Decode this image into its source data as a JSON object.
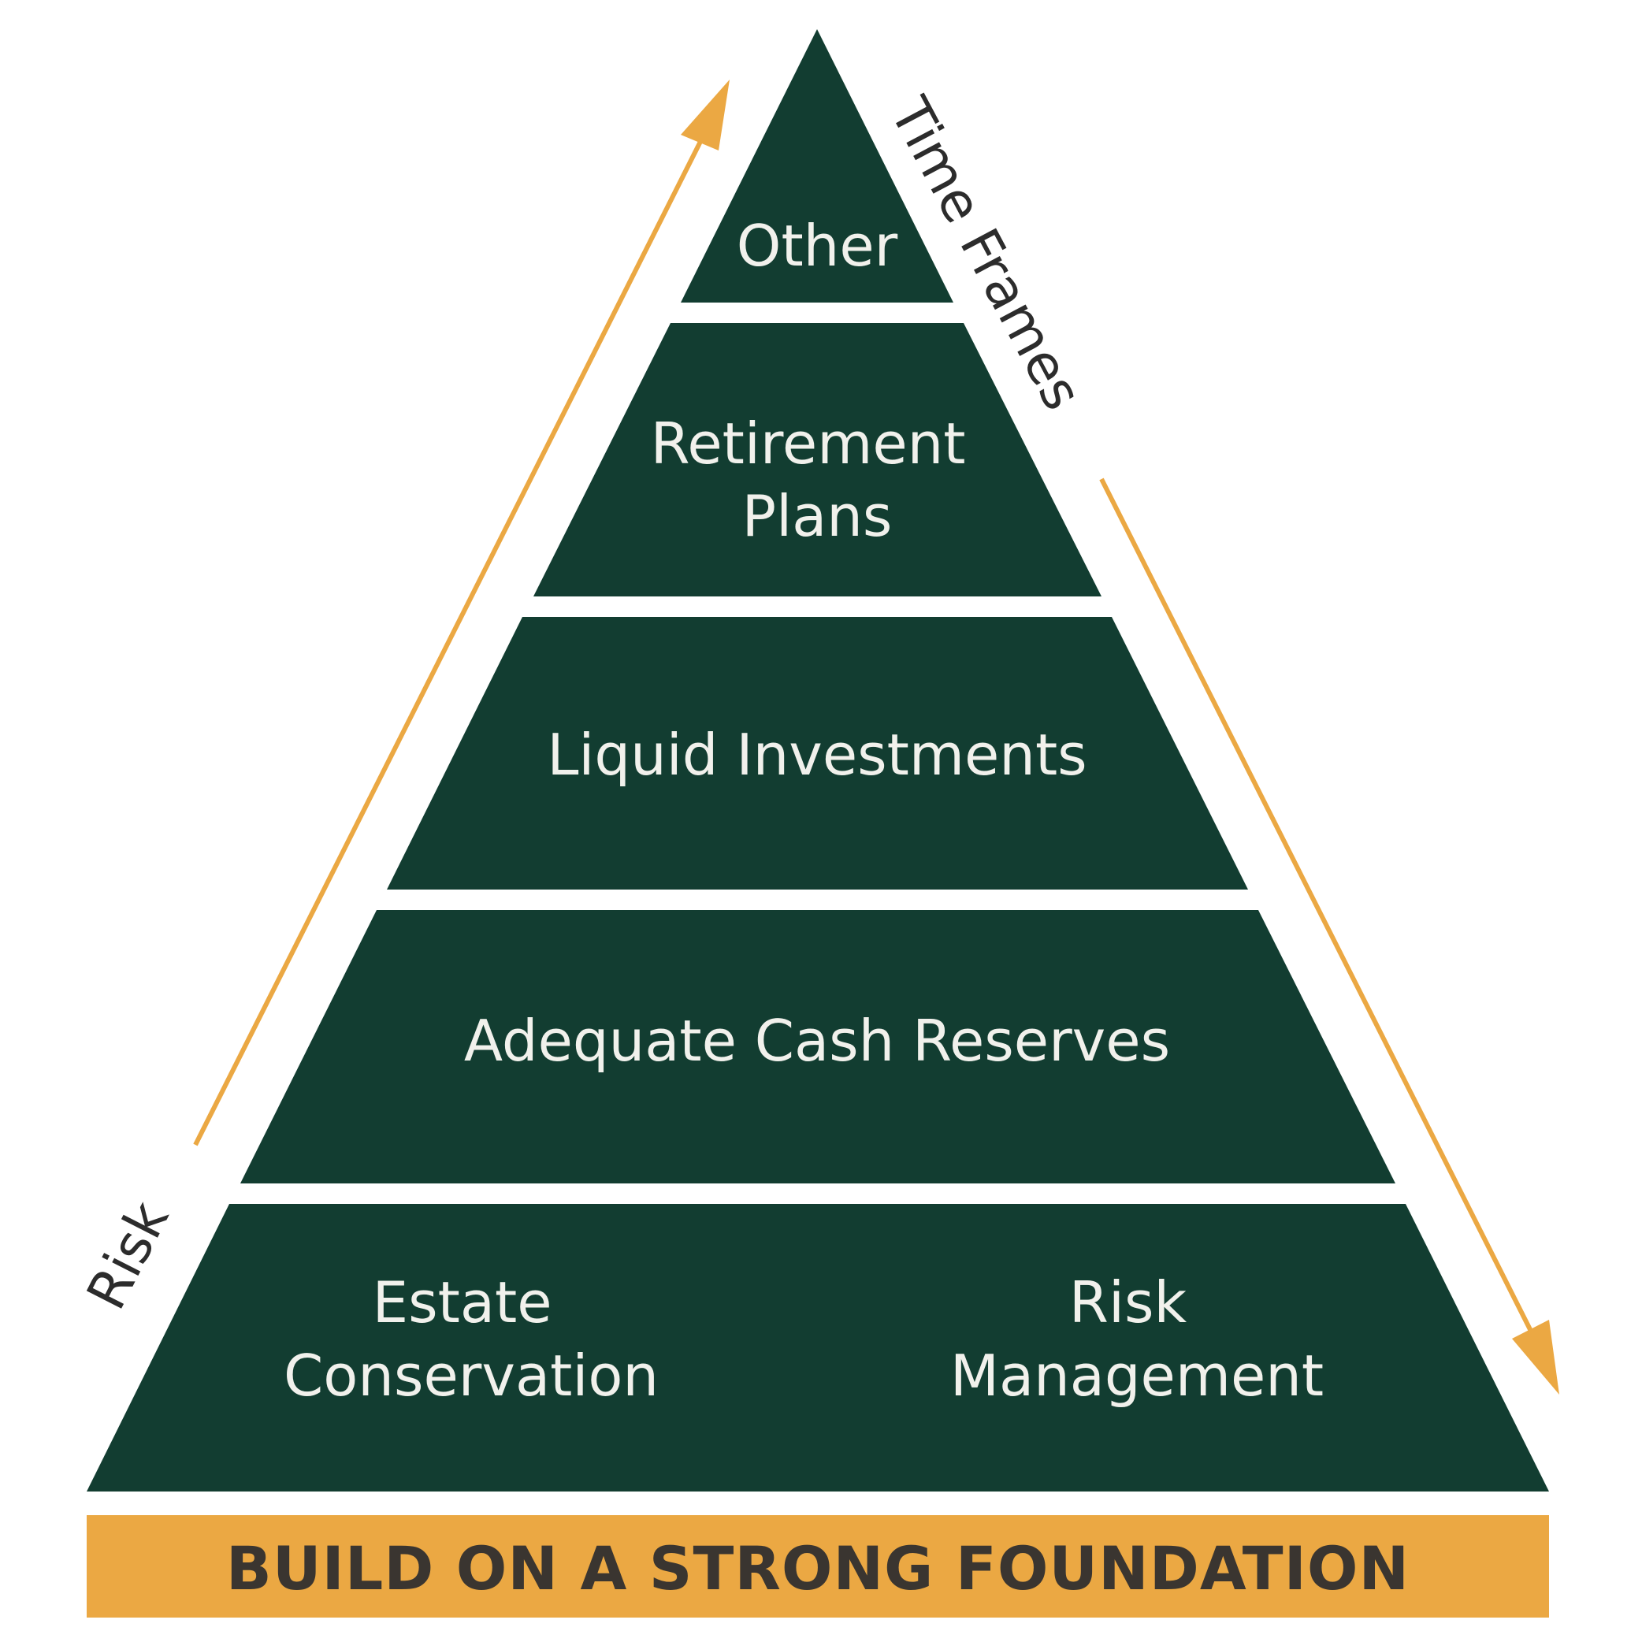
{
  "colors": {
    "tier_fill": "#123d31",
    "accent": "#eba843",
    "tier_text": "#f1f1ec",
    "side_text": "#2c2c2c",
    "banner_text": "#3a3530"
  },
  "tiers": {
    "other": [
      "Other"
    ],
    "retirement": [
      "Retirement",
      "Plans"
    ],
    "liquid": [
      "Liquid Investments"
    ],
    "cash": [
      "Adequate Cash Reserves"
    ],
    "estate": [
      "Estate",
      "Conservation"
    ],
    "risk_management": [
      "Risk",
      "Management"
    ]
  },
  "axes": {
    "left": "Risk",
    "right": "Time Frames"
  },
  "foundation": {
    "label": "BUILD ON A STRONG FOUNDATION"
  }
}
